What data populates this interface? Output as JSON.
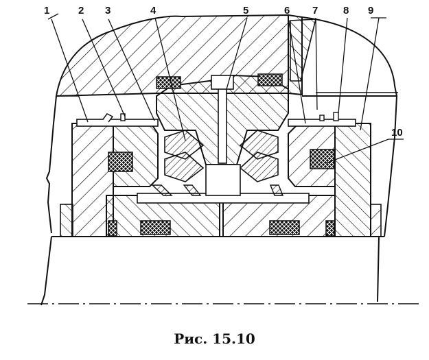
{
  "figure": {
    "caption": "Рис. 15.10",
    "labels": {
      "p1": "1",
      "p2": "2",
      "p3": "3",
      "p4": "4",
      "p5": "5",
      "p6": "6",
      "p7": "7",
      "p8": "8",
      "p9": "9",
      "p10": "10"
    }
  },
  "colors": {
    "line": "#111111",
    "background": "#ffffff"
  }
}
